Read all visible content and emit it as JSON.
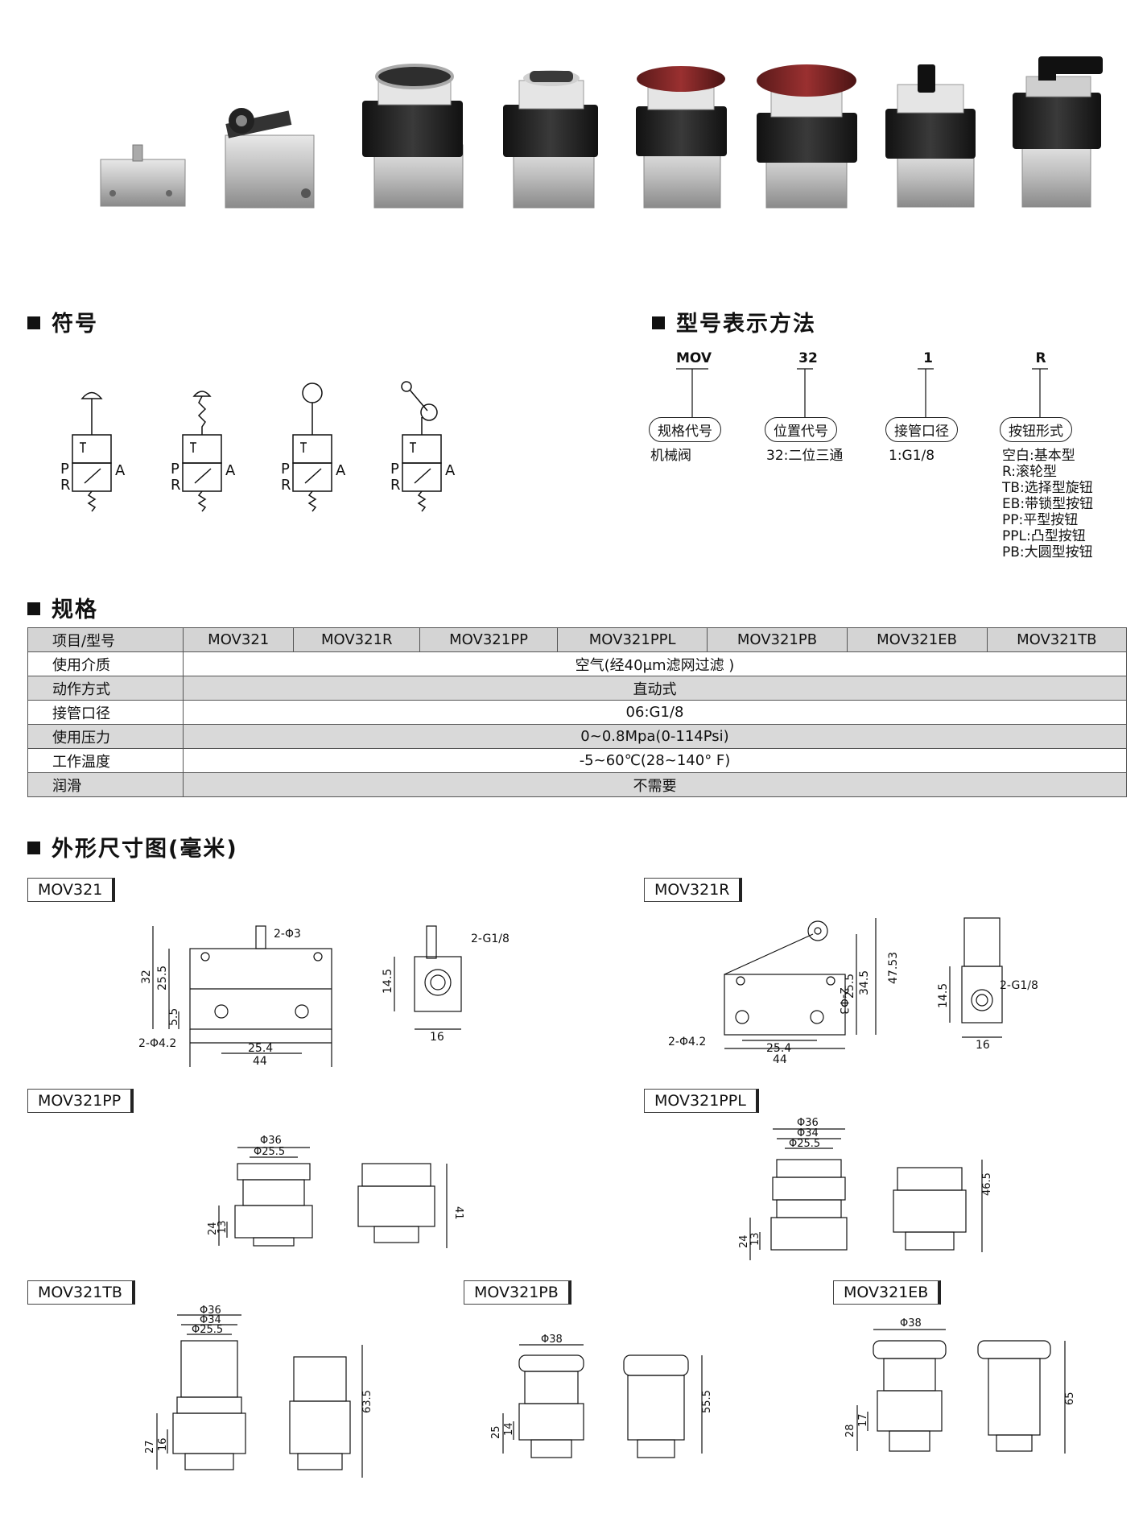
{
  "sections": {
    "symbol": "符号",
    "model_code": "型号表示方法",
    "spec": "规格",
    "dims": "外形尺寸图(毫米)"
  },
  "ordering": {
    "codes": [
      "MOV",
      "32",
      "1",
      "R"
    ],
    "pills": [
      "规格代号",
      "位置代号",
      "接管口径",
      "按钮形式"
    ],
    "desc_0": "机械阀",
    "desc_1": "32:二位三通",
    "desc_2": "1:G1/8",
    "desc_3": [
      "空白:基本型",
      "R:滚轮型",
      "TB:选择型旋钮",
      "EB:带锁型按钮",
      "PP:平型按钮",
      "PPL:凸型按钮",
      "PB:大圆型按钮"
    ]
  },
  "symbol_labels": {
    "p": "P",
    "r": "R",
    "a": "A"
  },
  "spec_table": {
    "header_label": "项目/型号",
    "models": [
      "MOV321",
      "MOV321R",
      "MOV321PP",
      "MOV321PPL",
      "MOV321PB",
      "MOV321EB",
      "MOV321TB"
    ],
    "rows": [
      {
        "label": "使用介质",
        "value": "空气(经40μm滤网过滤 )"
      },
      {
        "label": "动作方式",
        "value": "直动式"
      },
      {
        "label": "接管口径",
        "value": "06:G1/8"
      },
      {
        "label": "使用压力",
        "value": "0~0.8Mpa(0-114Psi)"
      },
      {
        "label": "工作温度",
        "value": "-5~60℃(28~140° F)"
      },
      {
        "label": "润滑",
        "value": "不需要"
      }
    ]
  },
  "drawings": {
    "mov321": {
      "name": "MOV321",
      "d1": "2-Φ3",
      "d2": "2-G1/8",
      "d3": "32",
      "d4": "25.5",
      "d5": "5.5",
      "d6": "2-Φ4.2",
      "d7": "25.4",
      "d8": "44",
      "d9": "14.5",
      "d10": "16"
    },
    "mov321r": {
      "name": "MOV321R",
      "d1": "2-G1/8",
      "d2": "2-Φ3",
      "d3": "25.5",
      "d4": "34.5",
      "d5": "47.53",
      "d6": "2-Φ4.2",
      "d7": "25.4",
      "d8": "44",
      "d9": "14.5",
      "d10": "16"
    },
    "mov321pp": {
      "name": "MOV321PP",
      "d1": "Φ36",
      "d2": "Φ25.5",
      "d3": "24",
      "d4": "13",
      "d5": "41"
    },
    "mov321ppl": {
      "name": "MOV321PPL",
      "d1": "Φ36",
      "d2": "Φ34",
      "d3": "Φ25.5",
      "d4": "24",
      "d5": "13",
      "d6": "46.5"
    },
    "mov321tb": {
      "name": "MOV321TB",
      "d1": "Φ36",
      "d2": "Φ34",
      "d3": "Φ25.5",
      "d4": "27",
      "d5": "16",
      "d6": "63.5"
    },
    "mov321pb": {
      "name": "MOV321PB",
      "d1": "Φ38",
      "d2": "25",
      "d3": "14",
      "d4": "55.5"
    },
    "mov321eb": {
      "name": "MOV321EB",
      "d1": "Φ38",
      "d2": "28",
      "d3": "17",
      "d4": "65"
    }
  }
}
